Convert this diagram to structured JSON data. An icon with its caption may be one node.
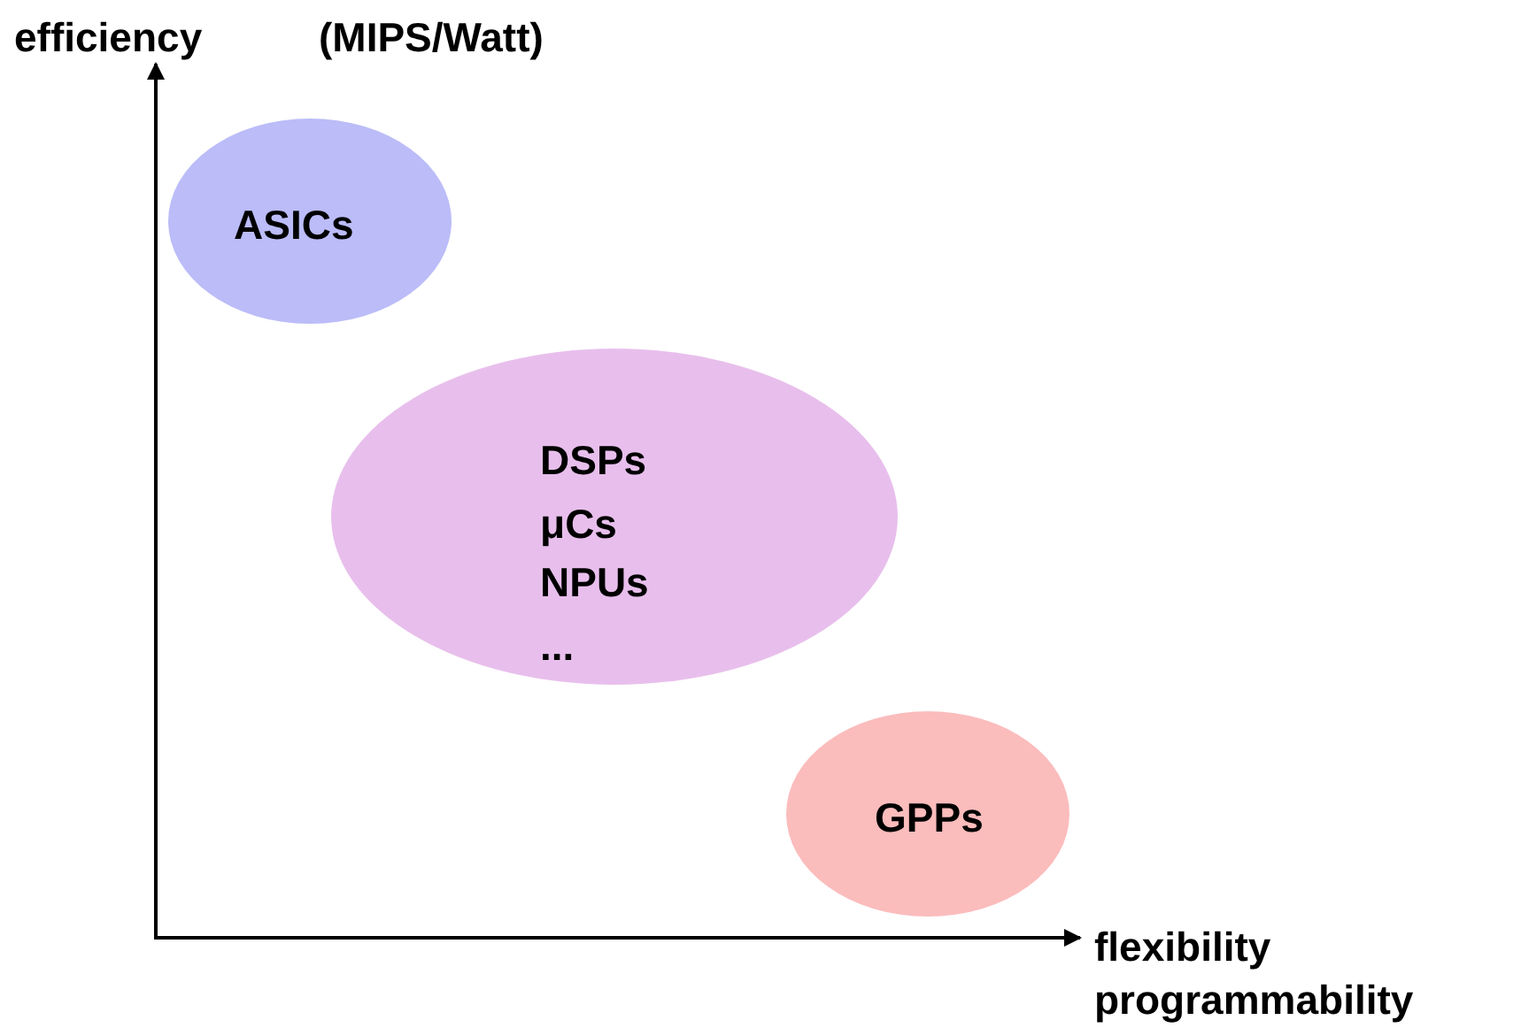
{
  "diagram": {
    "nodes": [
      {
        "text": [
          "ASICs"
        ]
      },
      {
        "text": [
          "DSPs",
          "μCs",
          "NPUs",
          "..."
        ]
      },
      {
        "text": [
          "GPPs"
        ]
      }
    ],
    "labels": [
      "efficiency",
      "(MIPS/Watt)",
      "flexibility",
      "programmability"
    ]
  }
}
